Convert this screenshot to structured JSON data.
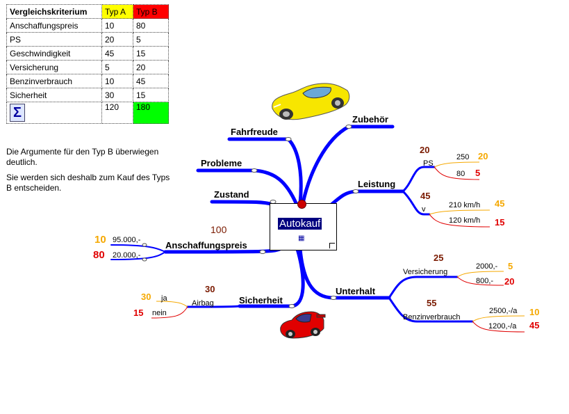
{
  "table": {
    "header": [
      "Vergleichskriterium",
      "Typ A",
      "Typ B"
    ],
    "rows": [
      [
        "Anschaffungspreis",
        "10",
        "80"
      ],
      [
        "PS",
        "20",
        "5"
      ],
      [
        "Geschwindigkeit",
        "45",
        "15"
      ],
      [
        "Versicherung",
        "5",
        "20"
      ],
      [
        "Benzinverbrauch",
        "10",
        "45"
      ],
      [
        "Sicherheit",
        "30",
        "15"
      ]
    ],
    "sum_symbol": "Σ",
    "sum_a": "120",
    "sum_b": "180"
  },
  "note": {
    "line1": "Die Argumente für den Typ B überwiegen deutlich.",
    "line2": "Sie werden sich deshalb zum Kauf des Typs B entscheiden."
  },
  "center": {
    "title": "Autokauf"
  },
  "branches": {
    "fahrfreude": "Fahrfreude",
    "zubehoer": "Zubehör",
    "probleme": "Probleme",
    "zustand": "Zustand",
    "leistung": "Leistung",
    "anschaffungspreis": "Anschaffungspreis",
    "unterhalt": "Unterhalt",
    "sicherheit": "Sicherheit"
  },
  "leistung": {
    "ps": {
      "label": "PS",
      "total": "20",
      "a_val": "250",
      "a_score": "20",
      "b_val": "80",
      "b_score": "5"
    },
    "v": {
      "label": "v",
      "total": "45",
      "a_val": "210 km/h",
      "a_score": "45",
      "b_val": "120 km/h",
      "b_score": "15"
    }
  },
  "anschaffung": {
    "total": "100",
    "a_val": "95.000,-",
    "a_score": "10",
    "b_val": "20.000,-",
    "b_score": "80"
  },
  "unterhalt": {
    "versicherung": {
      "label": "Versicherung",
      "total": "25",
      "a_val": "2000,-",
      "a_score": "5",
      "b_val": "800,-",
      "b_score": "20"
    },
    "benzin": {
      "label": "Benzinverbrauch",
      "total": "55",
      "a_val": "2500,-/a",
      "a_score": "10",
      "b_val": "1200,-/a",
      "b_score": "45"
    }
  },
  "sicherheit": {
    "label": "Airbag",
    "total": "30",
    "a_val": "ja",
    "a_score": "30",
    "b_val": "nein",
    "b_score": "15"
  },
  "colors": {
    "branch": "#0000ff",
    "score_a": "#f5a800",
    "score_b": "#e00000",
    "total": "#7a1a00"
  }
}
